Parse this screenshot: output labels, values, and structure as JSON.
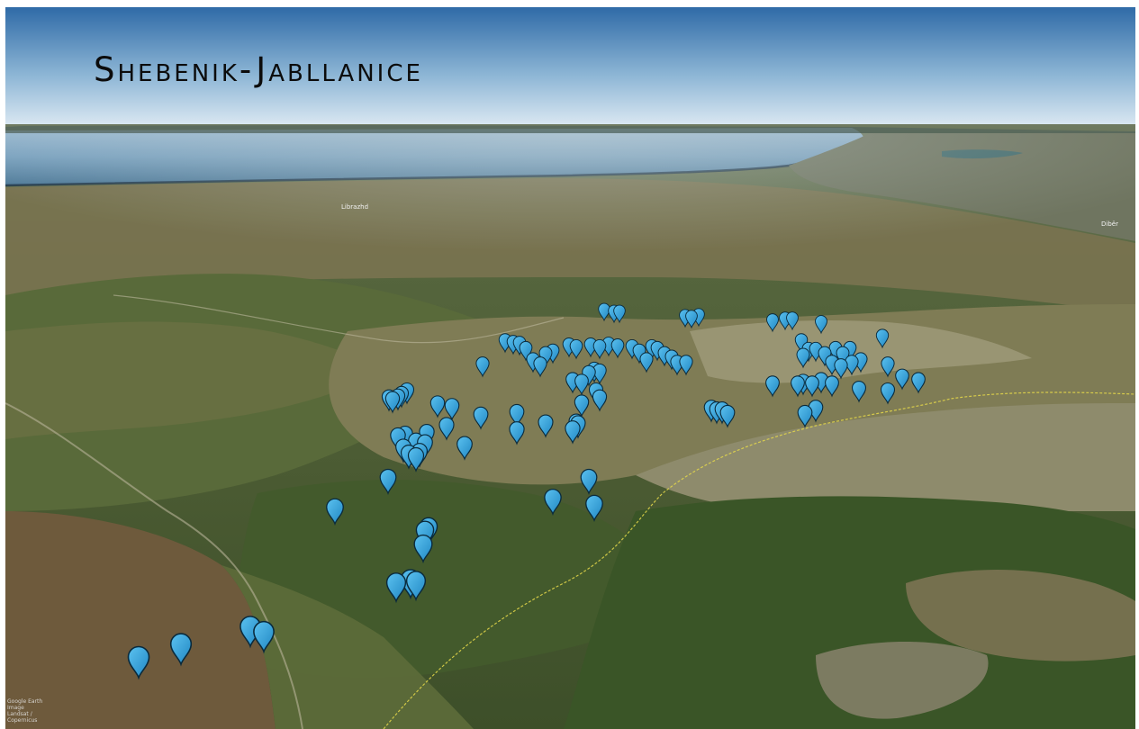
{
  "title": "Shebenik-Jabllanice",
  "place_labels": {
    "upper_left": "Librazhd",
    "upper_right": "Dibër"
  },
  "credit": {
    "line1": "Google Earth",
    "line2": "Image Landsat / Copernicus"
  },
  "markers": {
    "count": 135,
    "color": "#2b9ed9",
    "outline": "#0a2a3c"
  },
  "colors": {
    "sky_top": "#2e6aa8",
    "sky_horizon": "#e4eef5",
    "lake": "#6b98b8",
    "forest": "#3e5a2e",
    "terrain": "#8a7e58"
  }
}
